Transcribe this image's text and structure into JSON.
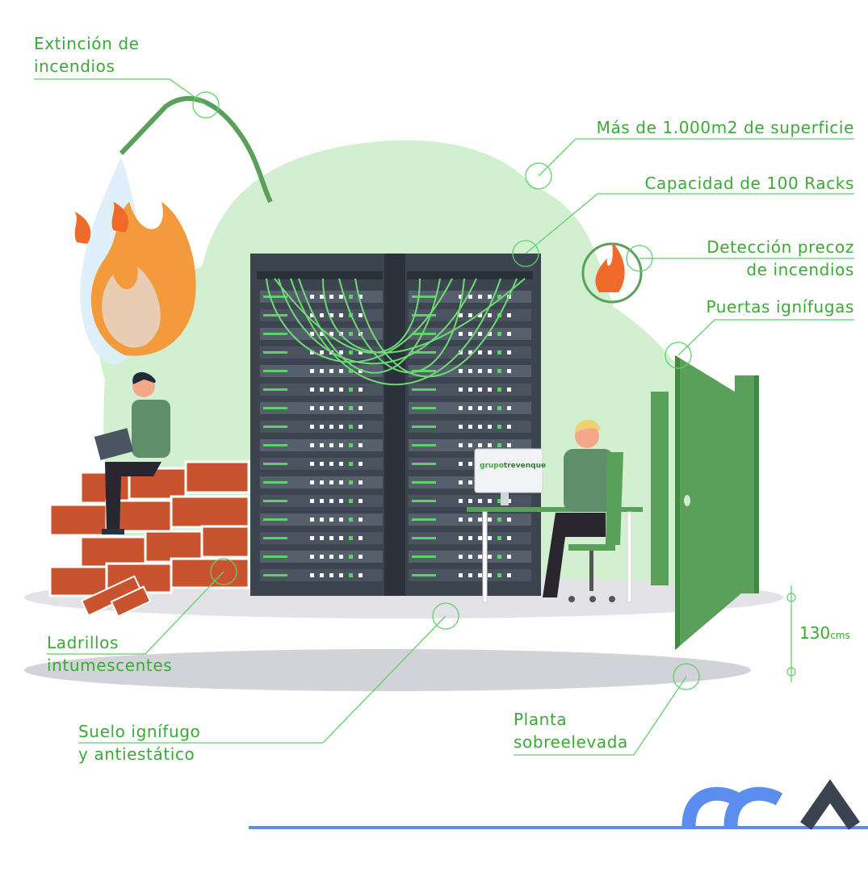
{
  "labels": {
    "extincion": [
      "Extinción de",
      "incendios"
    ],
    "superficie": "Más de 1.000m2 de superficie",
    "racks": "Capacidad de 100 Racks",
    "deteccion": [
      "Detección precoz",
      "de incendios"
    ],
    "puertas": "Puertas ignífugas",
    "ladrillos": [
      "Ladrillos",
      "intumescentes"
    ],
    "suelo": [
      "Suelo ignífugo",
      "y antiestático"
    ],
    "planta": [
      "Planta",
      "sobreelevada"
    ],
    "medida_valor": "130",
    "medida_unidad": "cms"
  },
  "screen_brand": {
    "prefix": "grupo",
    "name": "trevenque"
  },
  "logo": {
    "text": "CCA",
    "color": "#5b8def"
  },
  "colors": {
    "accent": "#3aaa35",
    "blob": "#cdeecb",
    "rack": "#3c4450",
    "brick": "#c9532f",
    "door": "#5aa05a",
    "flame": "#f39a3d"
  }
}
